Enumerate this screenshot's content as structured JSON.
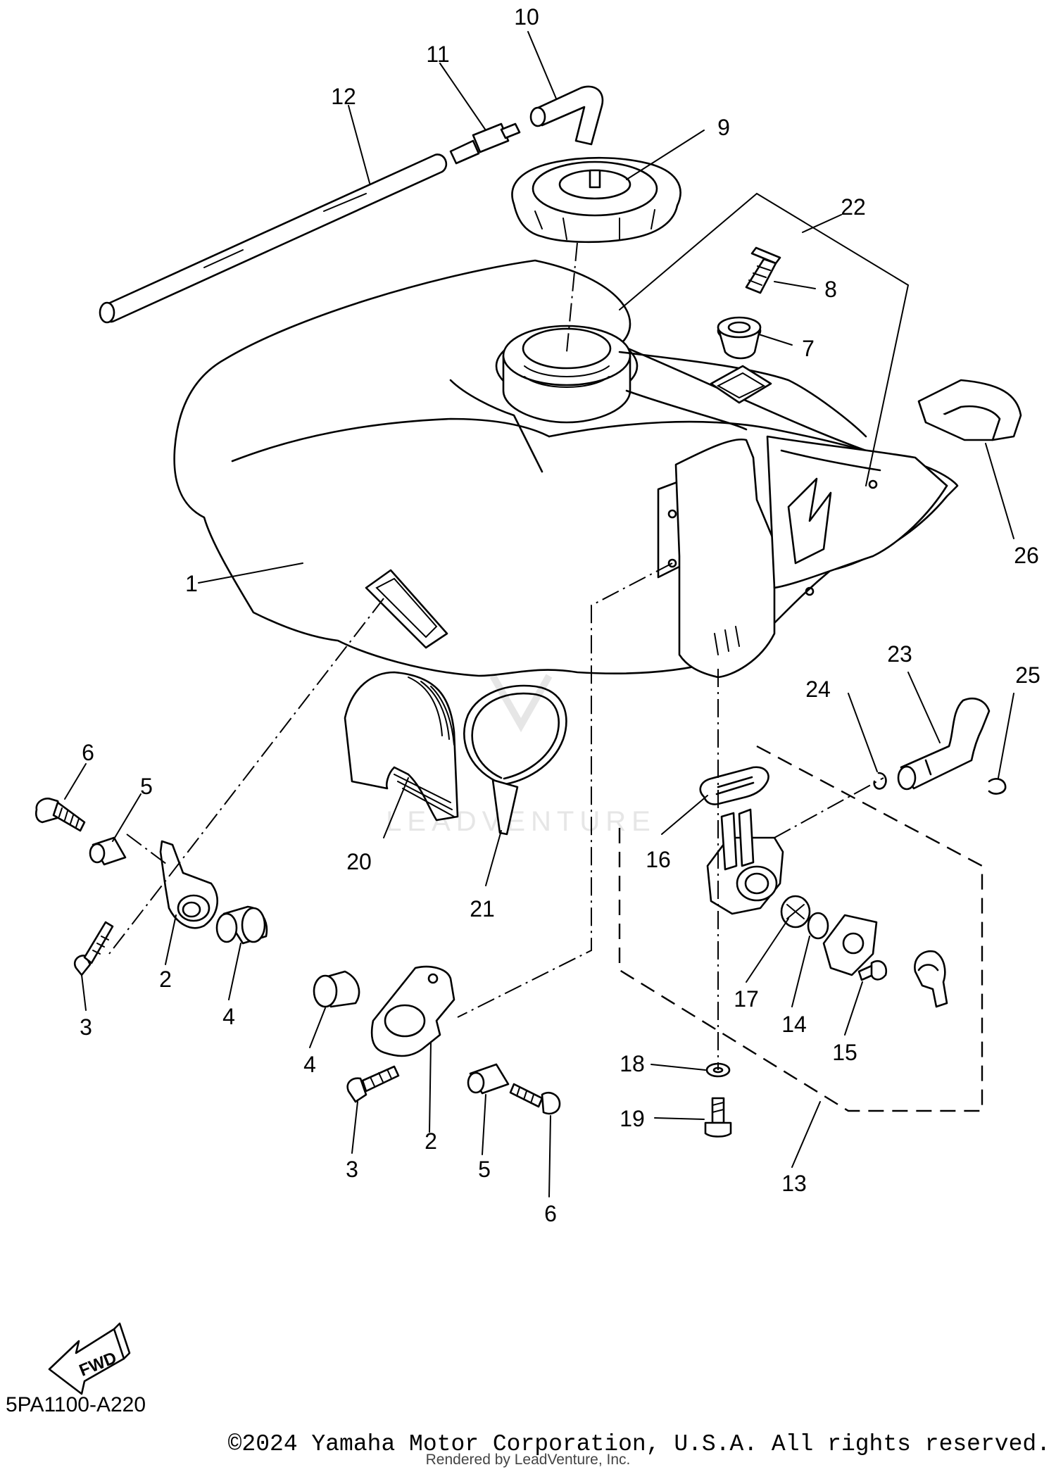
{
  "callouts": {
    "c1": "1",
    "c2a": "2",
    "c2b": "2",
    "c3a": "3",
    "c3b": "3",
    "c4a": "4",
    "c4b": "4",
    "c5a": "5",
    "c5b": "5",
    "c6a": "6",
    "c6b": "6",
    "c7": "7",
    "c8": "8",
    "c9": "9",
    "c10": "10",
    "c11": "11",
    "c12": "12",
    "c13": "13",
    "c14": "14",
    "c15": "15",
    "c16": "16",
    "c17": "17",
    "c18": "18",
    "c19": "19",
    "c20": "20",
    "c21": "21",
    "c22": "22",
    "c23": "23",
    "c24": "24",
    "c25": "25",
    "c26": "26"
  },
  "fwd_label": "FWD",
  "watermark": "LEADVENTURE",
  "diagram_code": "5PA1100-A220",
  "copyright": "©2024 Yamaha Motor Corporation, U.S.A. All rights reserved.",
  "rendered_by": "Rendered by LeadVenture, Inc."
}
